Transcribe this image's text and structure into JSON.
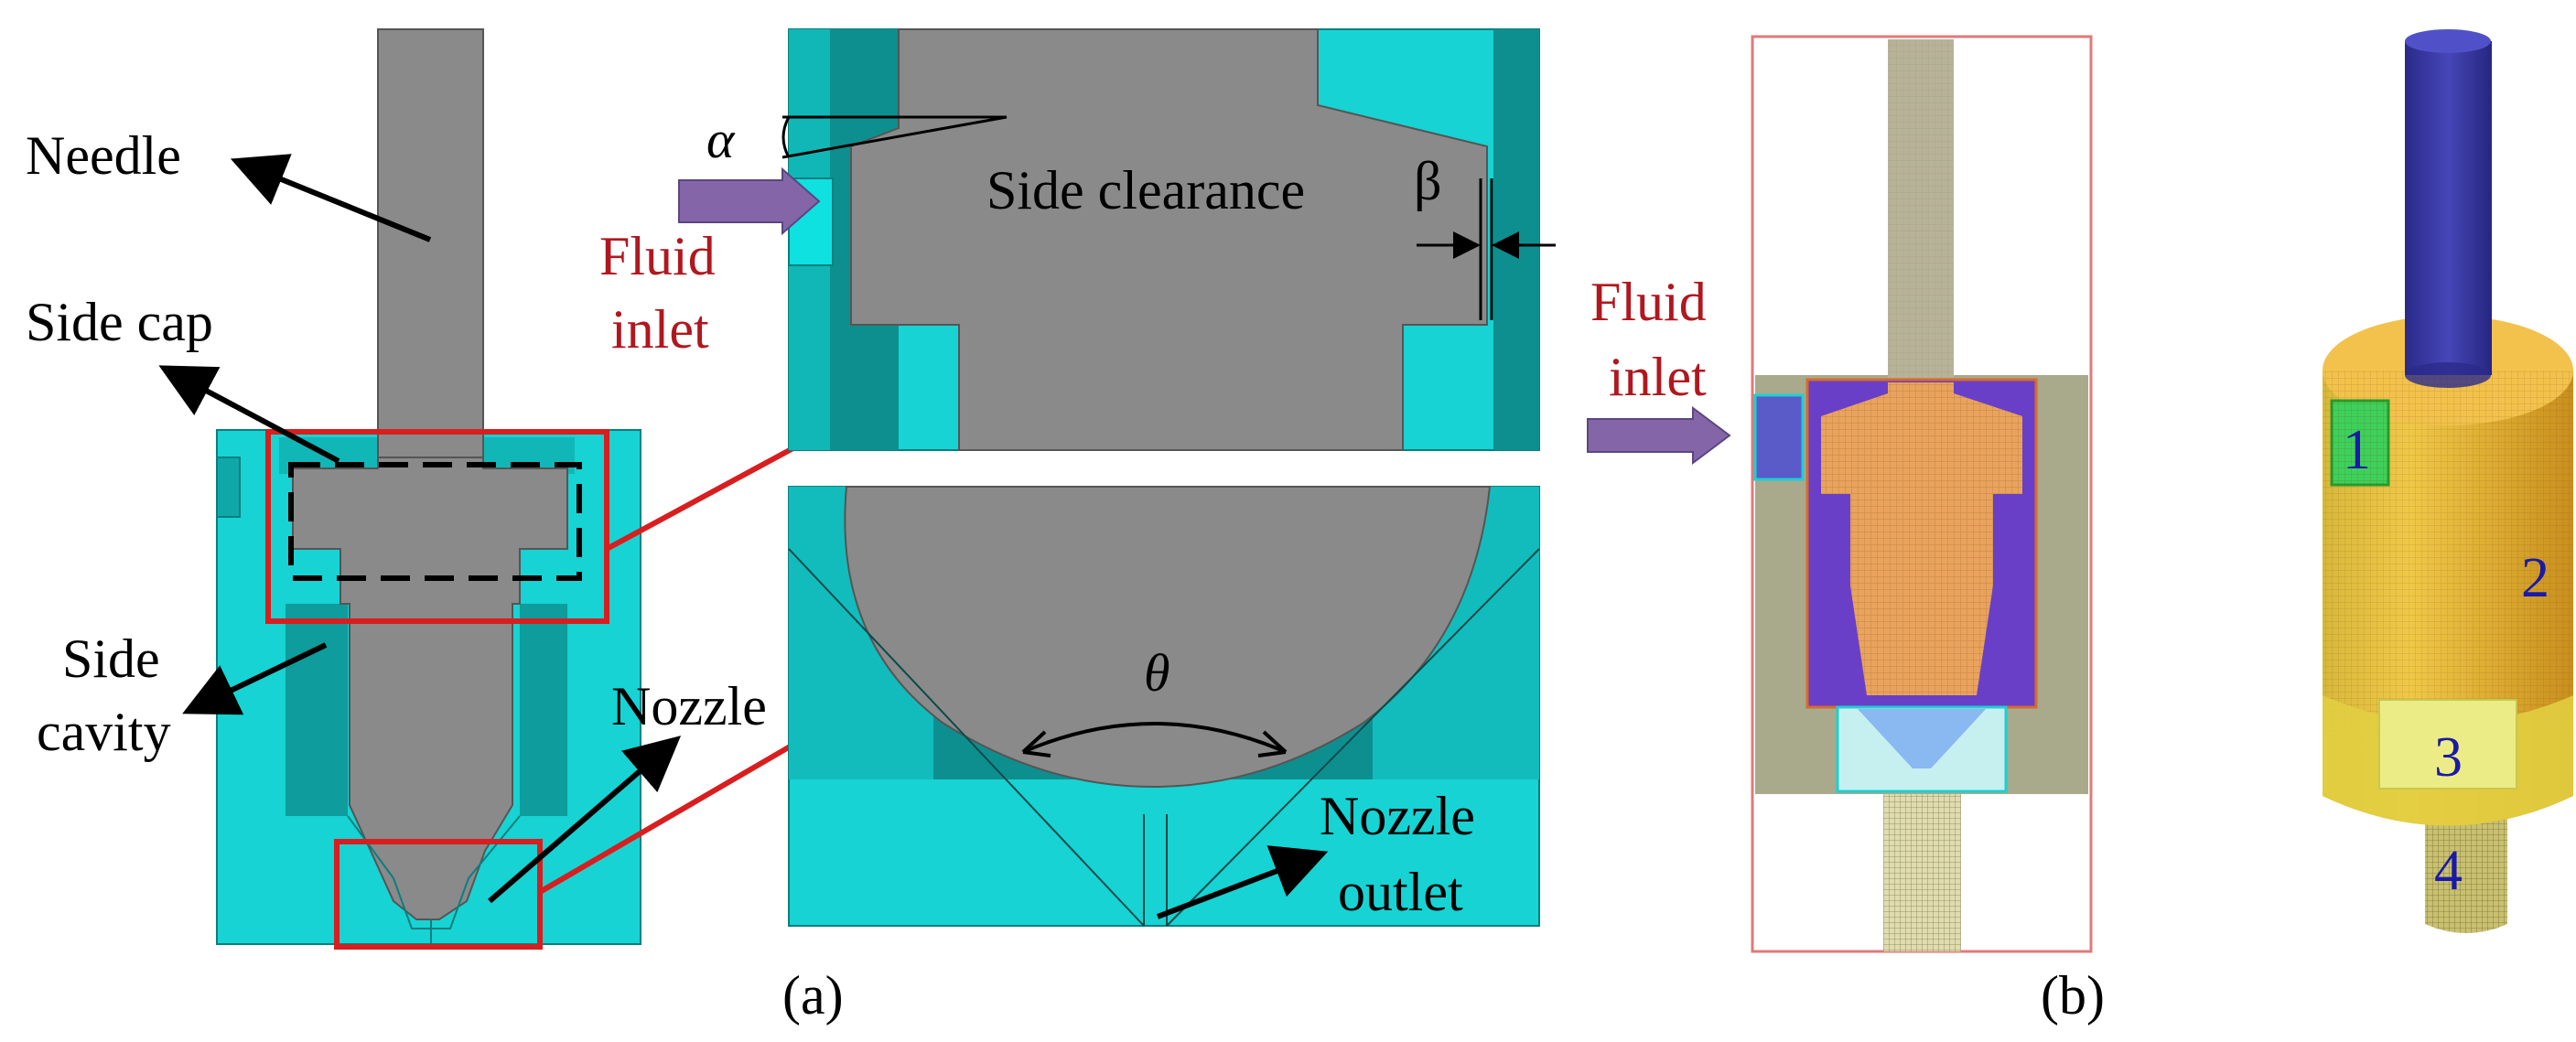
{
  "labels": {
    "needle": "Needle",
    "side_cap": "Side cap",
    "side_cavity_line1": "Side",
    "side_cavity_line2": "cavity",
    "nozzle": "Nozzle",
    "fluid_inlet_1_line1": "Fluid",
    "fluid_inlet_1_line2": "inlet",
    "alpha": "α",
    "side_clearance": "Side clearance",
    "beta": "β",
    "theta": "θ",
    "nozzle_outlet_line1": "Nozzle",
    "nozzle_outlet_line2": "outlet",
    "fluid_inlet_2_line1": "Fluid",
    "fluid_inlet_2_line2": "inlet",
    "panel_a": "(a)",
    "panel_b": "(b)",
    "zone_1": "1",
    "zone_2": "2",
    "zone_3": "3",
    "zone_4": "4"
  },
  "colors": {
    "cyan": "#17d3d3",
    "gray": "#8a8a8a",
    "red": "#d81e1e",
    "arrow_purple": "#8466a8",
    "mesh_orange": "#f0a23a",
    "mesh_purple": "#6a3fc8",
    "mesh_yellow": "#e9dc5a",
    "needle_blue": "#3434a8",
    "text_red": "#b0171f"
  }
}
